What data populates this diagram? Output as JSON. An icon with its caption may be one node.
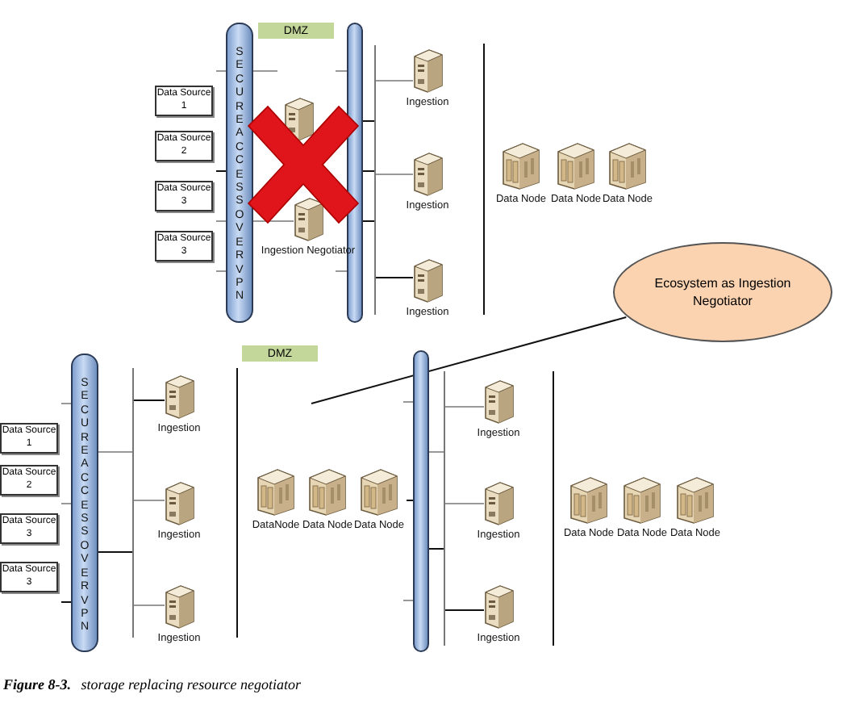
{
  "diagram": {
    "caption": "**Figure 8-3.** storage replacing resource negotiator",
    "nodes": [
      {
        "text": [
          "SECURE ACCESS OVER VPN"
        ]
      },
      {
        "text": [
          "DMZ"
        ]
      },
      {
        "text": [],
        "shape": "cylinder"
      },
      {
        "text": [
          "Data Source 1"
        ]
      },
      {
        "text": [
          "Data Source 2"
        ]
      },
      {
        "text": [
          "Data Source 3"
        ]
      },
      {
        "text": [
          "Data Source 3"
        ]
      },
      {
        "text": [],
        "shape": "picture"
      },
      {
        "text": [
          "Ingestion Negotiator"
        ]
      },
      {
        "text": [
          "Ingestion"
        ]
      },
      {
        "text": [
          "Ingestion"
        ]
      },
      {
        "text": [
          "Ingestion"
        ]
      },
      {
        "text": [
          "Data Node"
        ]
      },
      {
        "text": [
          "Data Node"
        ]
      },
      {
        "text": [
          "Data Node"
        ]
      },
      {
        "text": [
          "Ecosystem as Ingestion Negotiator"
        ]
      },
      {
        "text": [
          "SECURE ACCESS OVER VPN"
        ]
      },
      {
        "text": [
          "DMZ"
        ]
      },
      {
        "text": [
          "Data Source 1"
        ]
      },
      {
        "text": [
          "Data Source 2"
        ]
      },
      {
        "text": [
          "Data Source 3"
        ]
      },
      {
        "text": [
          "Data Source 3"
        ]
      },
      {
        "text": [
          "Ingestion"
        ]
      },
      {
        "text": [
          "Ingestion"
        ]
      },
      {
        "text": [
          "Ingestion"
        ]
      },
      {
        "text": [
          "DataNode"
        ]
      },
      {
        "text": [
          "Data Node"
        ]
      },
      {
        "text": [
          "Data Node"
        ]
      },
      {
        "text": [],
        "shape": "cylinder"
      },
      {
        "text": [
          "Ingestion"
        ]
      },
      {
        "text": [
          "Ingestion"
        ]
      },
      {
        "text": [
          "Ingestion"
        ]
      },
      {
        "text": [
          "Data Node"
        ]
      },
      {
        "text": [
          "Data Node"
        ]
      },
      {
        "text": [
          "Data Node"
        ]
      },
      {
        "text": [],
        "shape": "bar"
      },
      {
        "text": [],
        "shape": "bar"
      },
      {
        "text": [],
        "shape": "bar"
      }
    ],
    "edges": [
      {
        "from": 15,
        "to": null,
        "arrow": "none"
      },
      {
        "from": 0,
        "to": 8,
        "arrow": "none",
        "color": "#999999"
      },
      {
        "from": 2,
        "to": 35,
        "arrow": "none"
      },
      {
        "from": 2,
        "to": 35,
        "arrow": "none"
      },
      {
        "from": 2,
        "to": 35,
        "arrow": "none"
      },
      {
        "from": 35,
        "to": 9,
        "arrow": "none",
        "color": "#999999"
      },
      {
        "from": 35,
        "to": 10,
        "arrow": "none",
        "color": "#999999"
      },
      {
        "from": 35,
        "to": 11,
        "arrow": "none"
      },
      {
        "from": 16,
        "to": 36,
        "arrow": "none",
        "color": "#999999"
      },
      {
        "from": 16,
        "to": 36,
        "arrow": "none"
      },
      {
        "from": 36,
        "to": 22,
        "arrow": "none"
      },
      {
        "from": 36,
        "to": 23,
        "arrow": "none",
        "color": "#999999"
      },
      {
        "from": 36,
        "to": 24,
        "arrow": "none",
        "color": "#999999"
      },
      {
        "from": 27,
        "to": 28,
        "arrow": "none"
      },
      {
        "from": 28,
        "to": 37,
        "arrow": "none",
        "color": "#999999"
      },
      {
        "from": 28,
        "to": 37,
        "arrow": "none"
      },
      {
        "from": 37,
        "to": 29,
        "arrow": "none",
        "color": "#999999"
      },
      {
        "from": 37,
        "to": 30,
        "arrow": "none",
        "color": "#999999"
      },
      {
        "from": 37,
        "to": 31,
        "arrow": "none"
      }
    ]
  }
}
